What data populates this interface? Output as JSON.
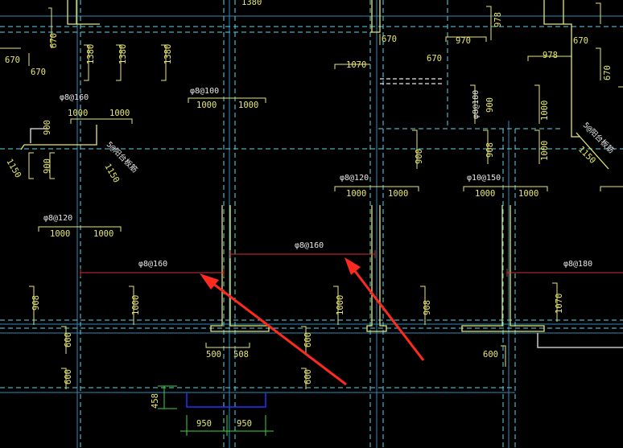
{
  "colors": {
    "background": "#000000",
    "axis_line": "#2f8ab8",
    "wall_cyan": "#5fd4e6",
    "beam_yellow": "#e8e870",
    "rebar_red": "#d03030",
    "arrow_red": "#ff2a1f",
    "text_white": "#e8e8e8",
    "dim_green": "#3ed43e",
    "opening_blue": "#2233ff"
  },
  "labels": {
    "rebar_8_100": "φ8@100",
    "rebar_8_160_left": "φ8@160",
    "rebar_8_120_left": "φ8@120",
    "rebar_8_160_a": "φ8@160",
    "rebar_8_160_b": "φ8@160",
    "rebar_8_120_mid": "φ8@120",
    "rebar_10_150": "φ10@150",
    "rebar_8_180_right": "φ8@180",
    "rebar_8_180_room": "φ8@180",
    "seal_left": "5@阳台板筋",
    "seal_right": "5@阳台板筋"
  },
  "dims": {
    "top_1380": "1380",
    "d670_a": "670",
    "d670_b": "670",
    "d670_c": "670",
    "d1380_a": "1380",
    "d1380_b": "1380",
    "d1380_c": "1380",
    "d978": "978",
    "d670_top_right": "670",
    "d970": "970",
    "d670_mid": "670",
    "d670_right": "670",
    "d978_b": "978",
    "d670_far_right": "670",
    "d1070": "1070",
    "d1000_a": "1000",
    "d1000_b": "1000",
    "d1000_c": "1000",
    "d1000_d": "1000",
    "d900_a": "900",
    "d900_b": "900",
    "d1150_a": "1150",
    "d1150_b": "1150",
    "d908_a": "908",
    "d1000_e": "1000",
    "d908_b": "908",
    "d1000_f": "1000",
    "d900_c": "900",
    "d1150_c": "1150",
    "d1000_g": "1000",
    "d1000_h": "1000",
    "d1000_i": "1000",
    "d1000_j": "1000",
    "d1000_k": "1000",
    "d1000_l": "1000",
    "d908_c": "908",
    "d1000_m": "1000",
    "d1000_n": "1000",
    "d900_d": "900",
    "d1070_b": "1070",
    "d600_a": "600",
    "d500": "500",
    "d508": "508",
    "d600_b": "600",
    "d600_c": "600",
    "d600_d": "600",
    "d600_e": "600",
    "d458": "458",
    "d950_a": "950",
    "d950_b": "950"
  }
}
